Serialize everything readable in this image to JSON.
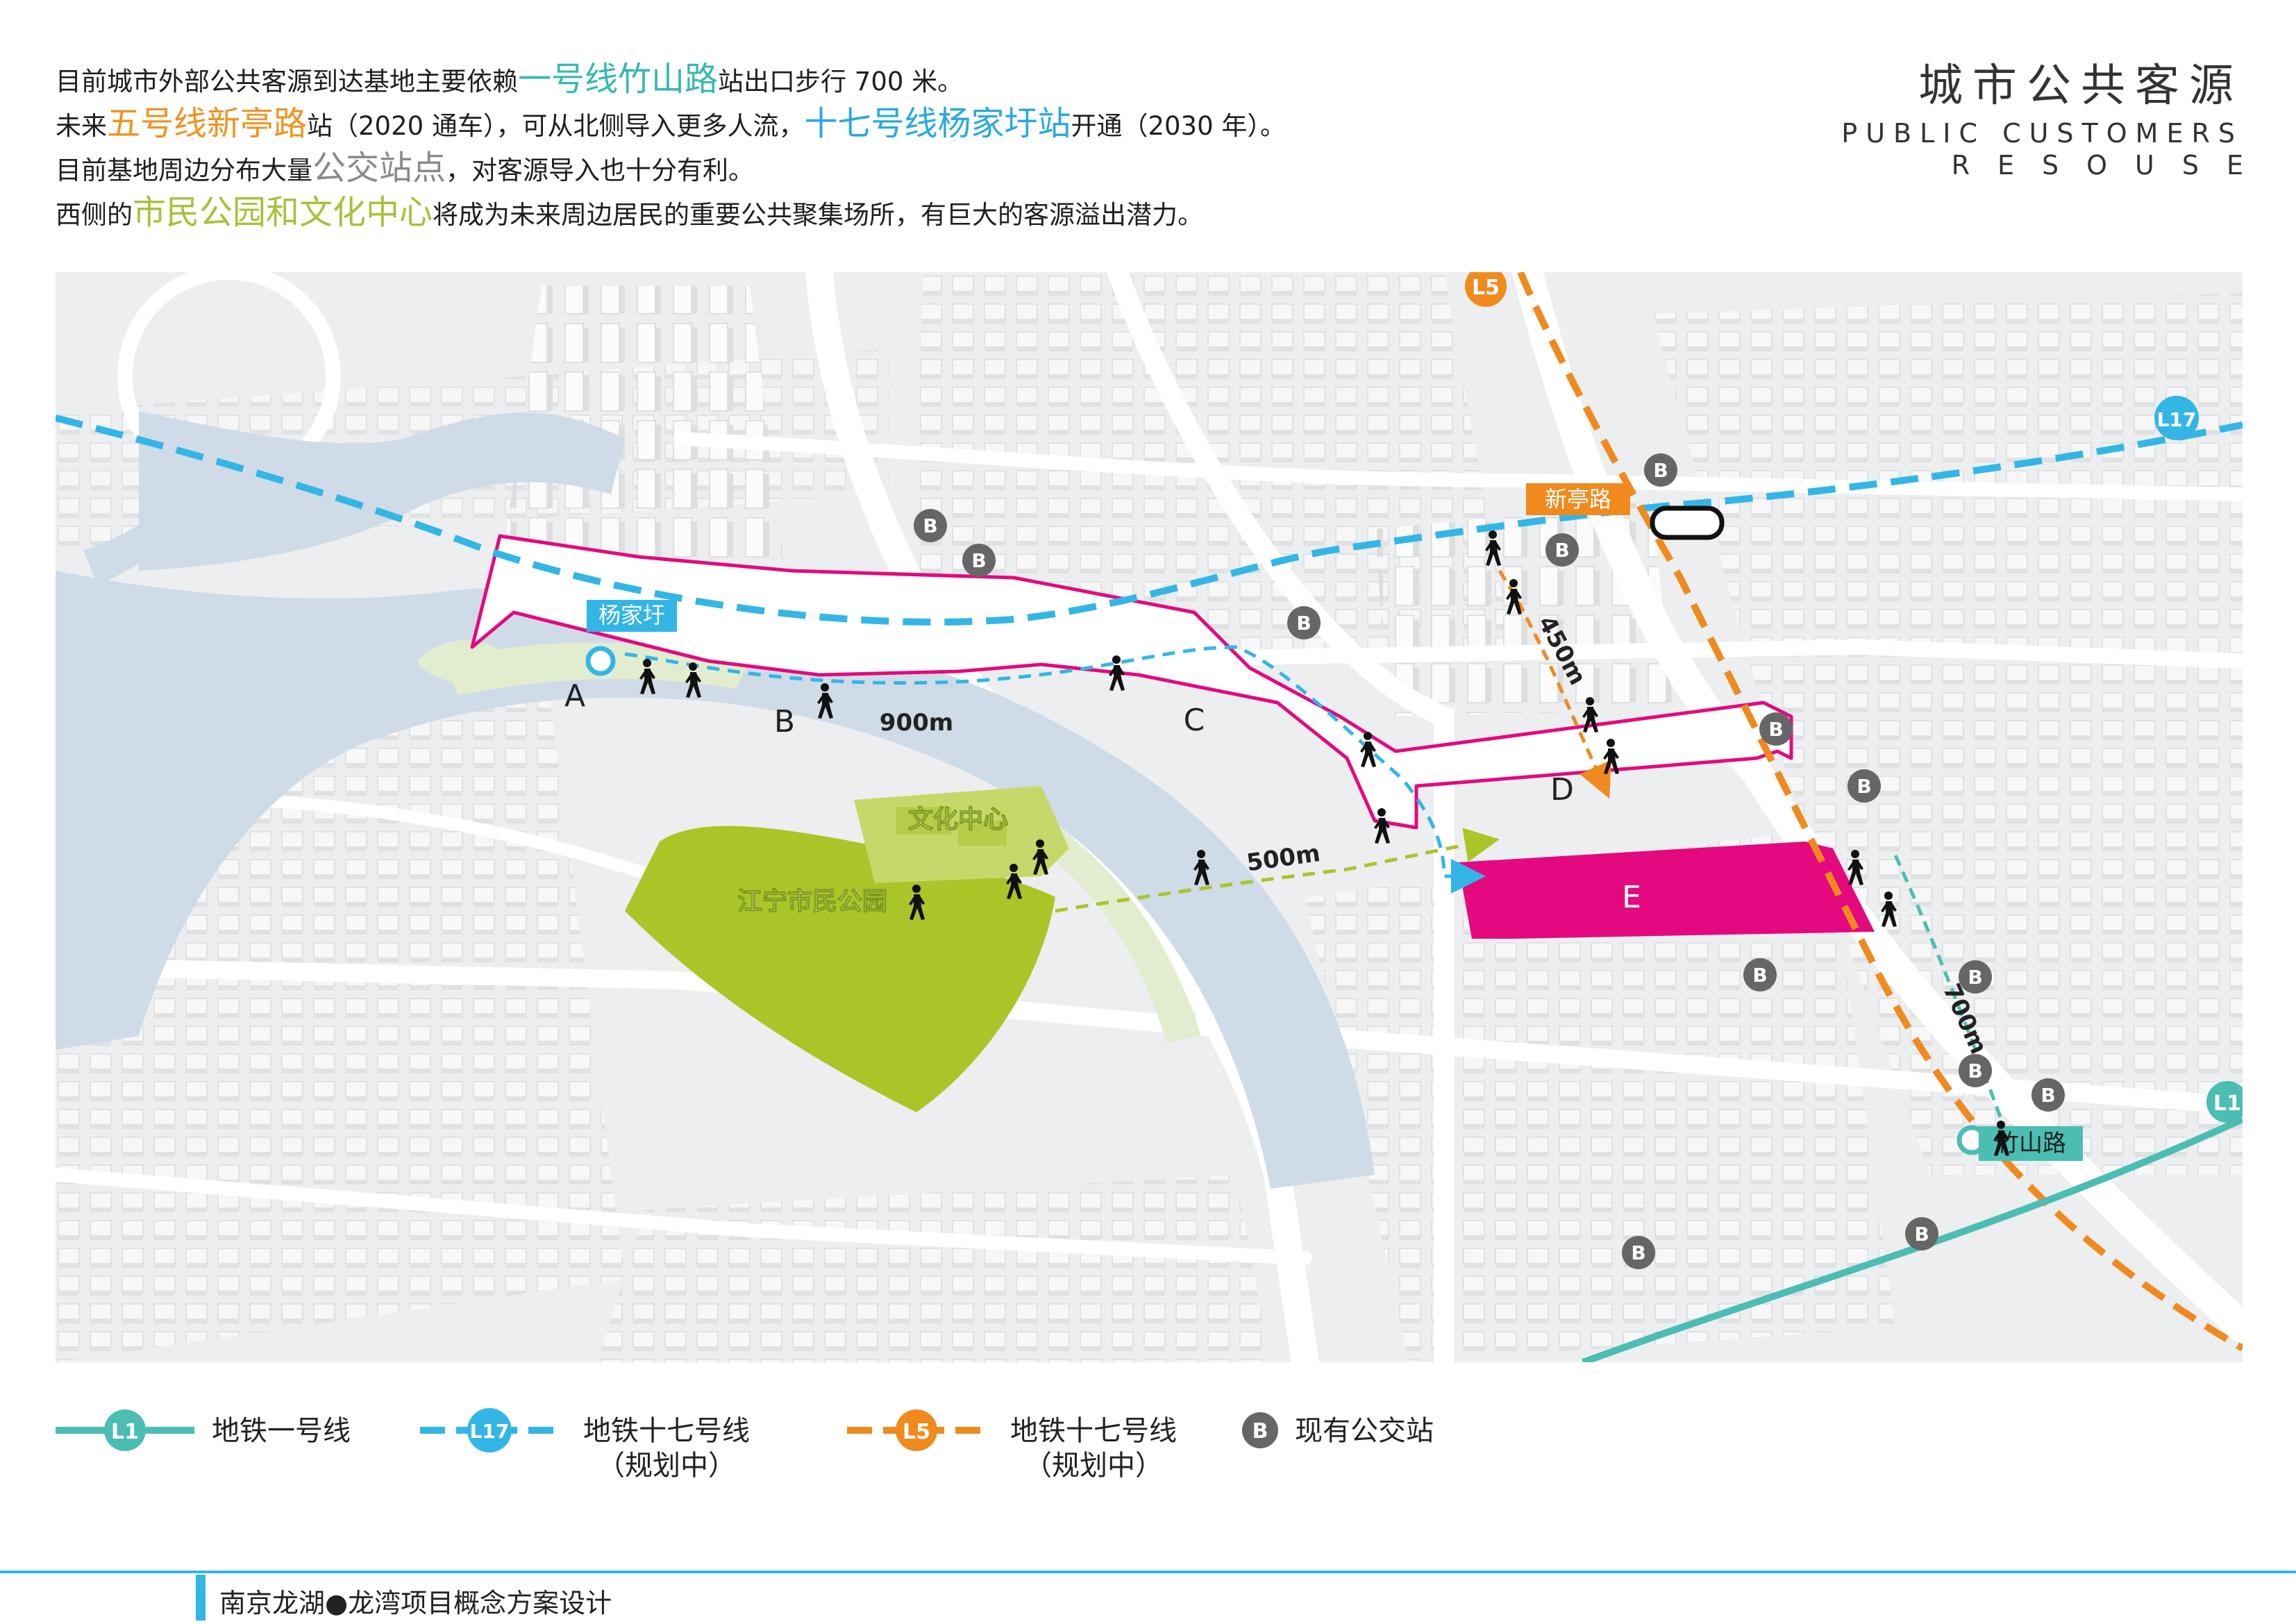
{
  "intro": {
    "line1": {
      "pre": "目前城市外部公共客源到达基地主要依赖",
      "hl": "一号线竹山路",
      "post": "站出口步行 700 米。"
    },
    "line2": {
      "pre": "未来",
      "hl1": "五号线新亭路",
      "mid": "站（2020 通车），可从北侧导入更多人流，",
      "hl2": "十七号线杨家圩站",
      "post": "开通（2030 年）。"
    },
    "line3": {
      "pre": "目前基地周边分布大量",
      "hl": "公交站点",
      "post": "，对客源导入也十分有利。"
    },
    "line4": {
      "pre": "西侧的",
      "hl": "市民公园和文化中心",
      "post": "将成为未来周边居民的重要公共聚集场所，有巨大的客源溢出潜力。"
    }
  },
  "title": {
    "cn": "城市公共客源",
    "en1": "PUBLIC CUSTOMERS",
    "en2": "RESOUSE"
  },
  "map": {
    "zones": [
      "A",
      "B",
      "C",
      "D",
      "E"
    ],
    "distances": {
      "d900": "900m",
      "d500": "500m",
      "d450": "450m",
      "d700": "700m"
    },
    "stations": {
      "yangjiawei": "杨家圩",
      "xintinglu": "新亭路",
      "zhushanlu": "竹山路"
    },
    "places": {
      "culture": "文化中心",
      "park": "江宁市民公园"
    },
    "line_badges": {
      "l5": "L5",
      "l17": "L17",
      "l1": "L1"
    },
    "bus_badge": "B",
    "colors": {
      "l1": "#4bbdb3",
      "l17": "#33b6e6",
      "l5": "#f08a1e",
      "site": "#e4097f",
      "park": "#a9c528",
      "water": "#cfdbe6"
    }
  },
  "legend": {
    "l1": {
      "badge": "L1",
      "label": "地铁一号线"
    },
    "l17": {
      "badge": "L17",
      "label": "地铁十七号线",
      "sub": "（规划中）"
    },
    "l5": {
      "badge": "L5",
      "label": "地铁十七号线",
      "sub": "（规划中）"
    },
    "bus": {
      "badge": "B",
      "label": "现有公交站"
    }
  },
  "footer": {
    "text": "南京龙湖●龙湾项目概念方案设计"
  }
}
